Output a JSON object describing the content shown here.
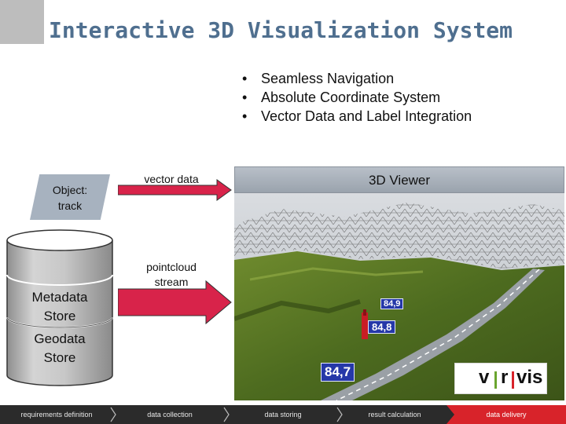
{
  "title": "Interactive 3D Visualization System",
  "bullets": [
    "Seamless Navigation",
    "Absolute Coordinate System",
    "Vector Data and Label Integration"
  ],
  "object_box": {
    "line1": "Object:",
    "line2": "track"
  },
  "database": {
    "metadata_line1": "Metadata",
    "metadata_line2": "Store",
    "geodata_line1": "Geodata",
    "geodata_line2": "Store"
  },
  "arrows": {
    "vector_label": "vector data",
    "pointcloud_line1": "pointcloud",
    "pointcloud_line2": "stream"
  },
  "viewer": {
    "title": "3D Viewer",
    "labels": [
      "84,9",
      "84,8",
      "84,7"
    ]
  },
  "logo": {
    "parts": [
      "v",
      "r",
      "vis"
    ],
    "divider_colors": [
      "#6aa52f",
      "#d8232a"
    ]
  },
  "steps": [
    {
      "label": "requirements definition",
      "active": false
    },
    {
      "label": "data collection",
      "active": false
    },
    {
      "label": "data storing",
      "active": false
    },
    {
      "label": "result calculation",
      "active": false
    },
    {
      "label": "data delivery",
      "active": true
    }
  ],
  "colors": {
    "title": "#4f6f8f",
    "arrow": "#d8234a",
    "step_active": "#d8232a",
    "step_bar": "#2b2b2b"
  }
}
